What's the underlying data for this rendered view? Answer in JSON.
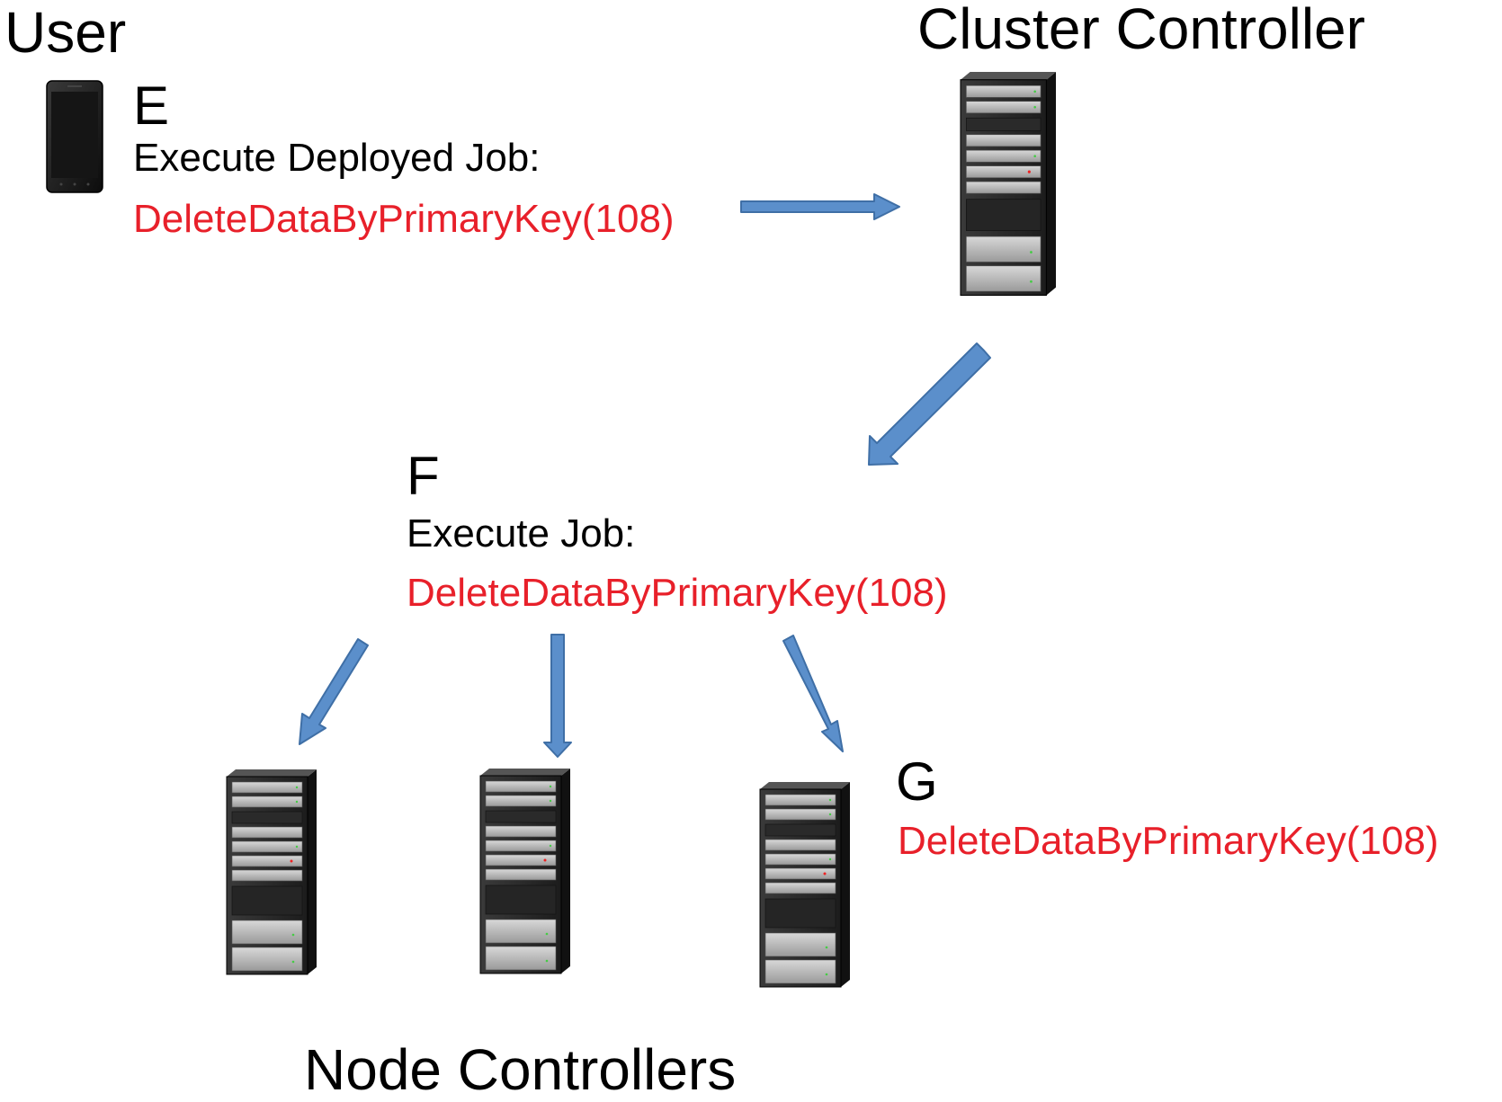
{
  "title_user": "User",
  "title_cluster": "Cluster Controller",
  "title_nodes": "Node Controllers",
  "step_e": {
    "letter": "E",
    "label": "Execute Deployed Job:",
    "call": "DeleteDataByPrimaryKey(108)"
  },
  "step_f": {
    "letter": "F",
    "label": "Execute Job:",
    "call": "DeleteDataByPrimaryKey(108)"
  },
  "step_g": {
    "letter": "G",
    "call": "DeleteDataByPrimaryKey(108)"
  },
  "icons": {
    "user_device": "smartphone-icon",
    "cluster_controller": "server-tower-icon",
    "node_controller": "server-tower-icon",
    "arrow": "block-arrow"
  },
  "colors": {
    "arrow_fill": "#5b8fcb",
    "arrow_stroke": "#3f6fa6",
    "code_text": "#e8202a"
  }
}
